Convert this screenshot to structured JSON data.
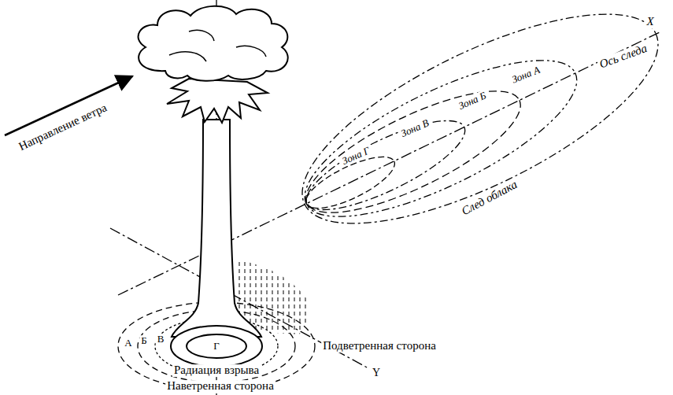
{
  "diagram": {
    "labels": [
      "Направление ветра",
      "X",
      "Ось следа",
      "Зона А",
      "Зона Б",
      "Зона В",
      "Зона Г",
      "След облака",
      "А",
      "Б",
      "В",
      "Г",
      "Радиация взрыва",
      "Подветренная сторона",
      "Y",
      "Наветренная сторона"
    ]
  }
}
